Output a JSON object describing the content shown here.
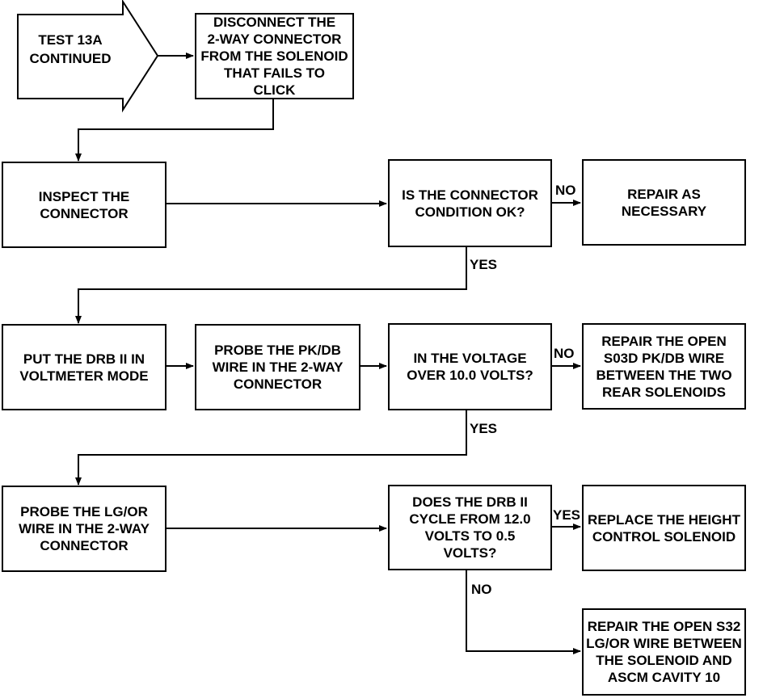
{
  "start": {
    "text": "TEST 13A\nCONTINUED"
  },
  "steps": {
    "disconnect": "DISCONNECT THE\n2-WAY CONNECTOR\nFROM THE SOLENOID\nTHAT FAILS TO\nCLICK",
    "inspect": "INSPECT THE\nCONNECTOR",
    "q_condition": "IS THE CONNECTOR\nCONDITION OK?",
    "repair_necessary": "REPAIR AS\nNECESSARY",
    "put_drb": "PUT THE DRB II IN\nVOLTMETER MODE",
    "probe_pkdb": "PROBE THE PK/DB\nWIRE IN THE 2-WAY\nCONNECTOR",
    "q_voltage": "IN THE VOLTAGE\nOVER 10.0 VOLTS?",
    "repair_s03d": "REPAIR THE OPEN\nS03D PK/DB WIRE\nBETWEEN THE TWO\nREAR SOLENOIDS",
    "probe_lgor": "PROBE THE LG/OR\nWIRE IN THE 2-WAY\nCONNECTOR",
    "q_cycle": "DOES THE DRB II\nCYCLE FROM 12.0\nVOLTS TO 0.5\nVOLTS?",
    "replace_solenoid": "REPLACE THE HEIGHT\nCONTROL SOLENOID",
    "repair_s32": "REPAIR THE OPEN S32\nLG/OR WIRE BETWEEN\nTHE SOLENOID AND\nASCM CAVITY 10"
  },
  "labels": {
    "no1": "NO",
    "yes1": "YES",
    "no2": "NO",
    "yes2": "YES",
    "yes3": "YES",
    "no3": "NO"
  },
  "colors": {
    "line": "#000000",
    "background": "#ffffff"
  }
}
